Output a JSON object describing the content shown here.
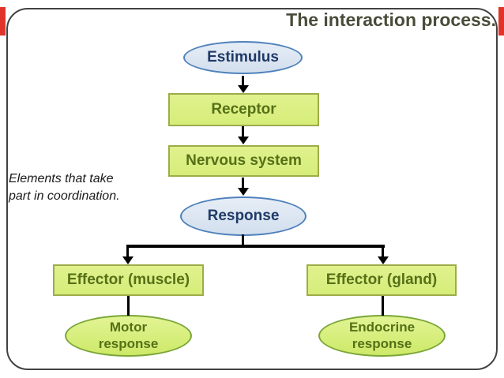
{
  "slide": {
    "title": "The interaction process.",
    "caption": {
      "line1": "Elements that take",
      "line2": "part in coordination."
    },
    "nodes": {
      "estimulus": "Estimulus",
      "receptor": "Receptor",
      "nervous_system": "Nervous system",
      "response": "Response",
      "effector_muscle": "Effector (muscle)",
      "effector_gland": "Effector (gland)",
      "motor_line1": "Motor",
      "motor_line2": "response",
      "endocrine_line1": "Endocrine",
      "endocrine_line2": "response"
    },
    "edges": [
      "Estimulus -> Receptor",
      "Receptor -> Nervous system",
      "Nervous system -> Response",
      "Response -> Effector (muscle)",
      "Response -> Effector (gland)",
      "Effector (muscle) - Motor response",
      "Effector (gland) - Endocrine response"
    ],
    "colors": {
      "title_text": "#4a4c3a",
      "box_fill": "#d9ee81",
      "box_border": "#9dac48",
      "box_text": "#567018",
      "blue_ellipse_fill": "#dbe6f2",
      "blue_ellipse_border": "#4e81bb",
      "blue_ellipse_text": "#1f3a67",
      "green_ellipse_fill": "#d7ed7b",
      "green_ellipse_border": "#7aa637",
      "frame_border": "#424242",
      "edge_accent_red": "#e0332a",
      "arrow": "#000000"
    }
  }
}
